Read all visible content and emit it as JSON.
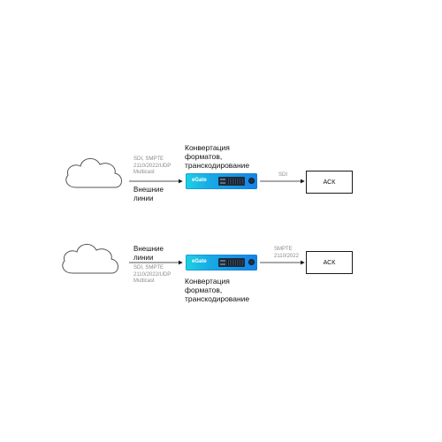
{
  "top": {
    "protocols": "SDI, SMPTE\n2110/2022/UDP\nMulticast",
    "lines_label": "Внешние\nлинии",
    "conversion_label": "Конвертация\nформатов,\nтранскодирование",
    "device_brand": "eGate",
    "link_label": "SDI",
    "destination": "АСК"
  },
  "bottom": {
    "lines_label": "Внешние\nлинии",
    "protocols": "SDI, SMPTE\n2110/2022/UDP\nMulticast",
    "device_brand": "eGate",
    "conversion_label": "Конвертация\nформатов,\nтранскодирование",
    "link_label": "SMPTE\n2110/2022",
    "destination": "АСК"
  },
  "colors": {
    "device_gradient_start": "#1fd1e0",
    "device_gradient_end": "#1683e6",
    "stroke": "#1a1a1a",
    "cloud_stroke": "#555555"
  },
  "icons": {
    "source": "cloud-icon",
    "link": "arrow-right-icon"
  }
}
